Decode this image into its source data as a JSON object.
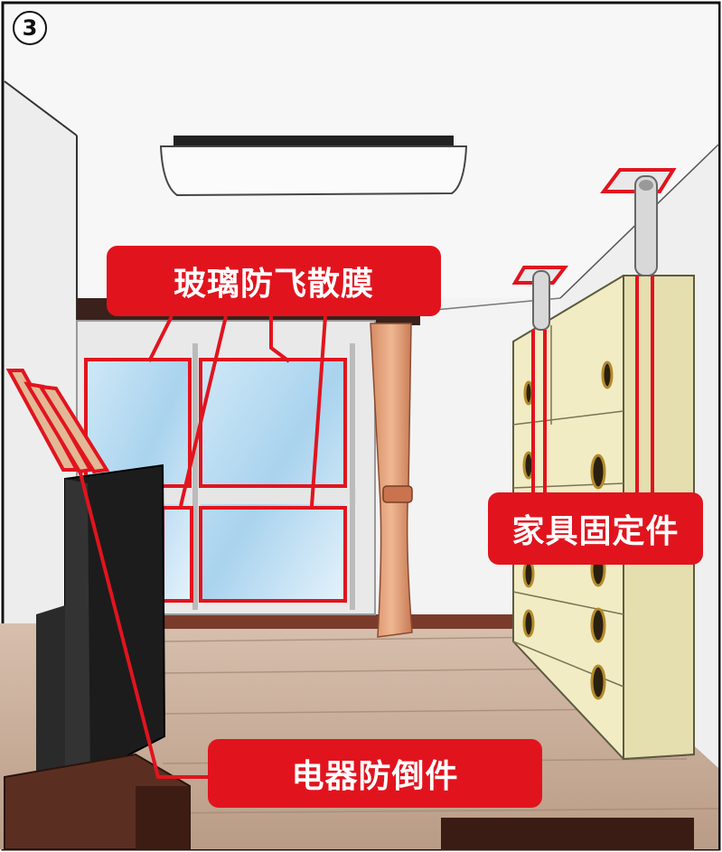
{
  "panel": {
    "number": "3"
  },
  "labels": {
    "glass_film": "玻璃防飞散膜",
    "furniture_fixture": "家具固定件",
    "appliance_anti_tip": "电器防倒件"
  },
  "colors": {
    "label_red": "#e1141e",
    "outline_red": "#e1141e",
    "floor_wood": "#c9ad98",
    "wall": "#f2f2f2",
    "dresser": "#f1ecc4",
    "curtain": "#e2a47e",
    "window_glass": "#aed6ef"
  },
  "icons": [
    "tension-rod-icon",
    "tv-strap-icon"
  ]
}
